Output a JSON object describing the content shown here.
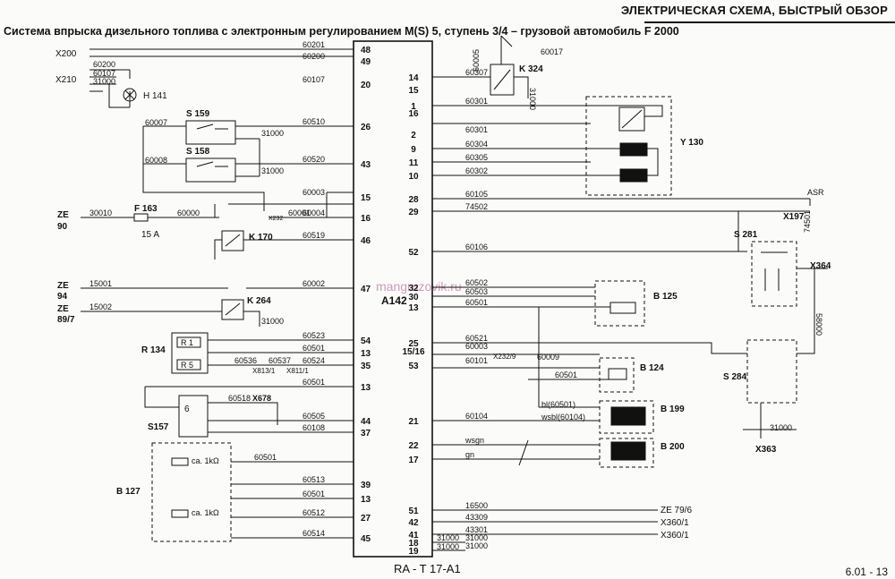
{
  "header": "ЭЛЕКТРИЧЕСКАЯ СХЕМА, БЫСТРЫЙ ОБЗОР",
  "title": "Система впрыска дизельного топлива с электронным регулированием M(S) 5, ступень 3/4 – грузовой автомобиль F 2000",
  "footer": "RA - T 17-A1",
  "page_number": "6.01 - 13",
  "watermark": "mangruzovik.ru",
  "ecu": {
    "name": "A142"
  },
  "ecu_left_pins": [
    {
      "pin": "48",
      "wire": "60201",
      "conn": "X200"
    },
    {
      "pin": "49",
      "wire": "60200",
      "conn": "X200"
    },
    {
      "pin": "20",
      "wire": "60107",
      "conn": "X210"
    },
    {
      "pin": "26",
      "wire": "60510",
      "conn": "S159"
    },
    {
      "pin": "43",
      "wire": "60520",
      "conn": "S158"
    },
    {
      "pin": "15",
      "wire": "60003",
      "conn": "X232"
    },
    {
      "pin": "16",
      "wire": "60004",
      "conn": "X232"
    },
    {
      "pin": "46",
      "wire": "60519",
      "conn": "K170"
    },
    {
      "pin": "47",
      "wire": "60002",
      "conn": "K264"
    },
    {
      "pin": "54",
      "wire": "60523",
      "conn": "R134"
    },
    {
      "pin": "13",
      "wire": "60501",
      "conn": "R134"
    },
    {
      "pin": "35",
      "wire": "60524",
      "conn": "X811/1"
    },
    {
      "pin": "13",
      "wire": "60501",
      "conn": "S157"
    },
    {
      "pin": "44",
      "wire": "60505",
      "conn": "X678"
    },
    {
      "pin": "37",
      "wire": "60108",
      "conn": "S157"
    },
    {
      "pin": "39",
      "wire": "60513",
      "conn": "B127"
    },
    {
      "pin": "13",
      "wire": "60501",
      "conn": "B127"
    },
    {
      "pin": "27",
      "wire": "60512",
      "conn": "B127"
    },
    {
      "pin": "45",
      "wire": "60514",
      "conn": "B127"
    }
  ],
  "ecu_right_pins": [
    {
      "pin": "14",
      "wire": "60307"
    },
    {
      "pin": "15",
      "wire": ""
    },
    {
      "pin": "16",
      "wire": ""
    },
    {
      "pin": "1",
      "wire": "60301"
    },
    {
      "pin": "2",
      "wire": "60301"
    },
    {
      "pin": "9",
      "wire": "60304"
    },
    {
      "pin": "11",
      "wire": "60305"
    },
    {
      "pin": "10",
      "wire": "60302"
    },
    {
      "pin": "28",
      "wire": "60105"
    },
    {
      "pin": "29",
      "wire": "74502"
    },
    {
      "pin": "52",
      "wire": "60106"
    },
    {
      "pin": "32",
      "wire": "60502"
    },
    {
      "pin": "30",
      "wire": "60503"
    },
    {
      "pin": "13",
      "wire": "60501"
    },
    {
      "pin": "25",
      "wire": "60521"
    },
    {
      "pin": "15/16",
      "wire": "60003"
    },
    {
      "pin": "53",
      "wire": "60101"
    },
    {
      "pin": "21",
      "wire": "60104"
    },
    {
      "pin": "22",
      "wire": "wsgn"
    },
    {
      "pin": "17",
      "wire": "gn"
    },
    {
      "pin": "51",
      "wire": "16500"
    },
    {
      "pin": "42",
      "wire": "43309"
    },
    {
      "pin": "41",
      "wire": "43301"
    },
    {
      "pin": "18",
      "wire": "31000"
    },
    {
      "pin": "19",
      "wire": "31000"
    }
  ],
  "connectors": {
    "x200": "X200",
    "x210": "X210",
    "ze90": "ZE\n90",
    "ze94": "ZE\n94",
    "ze897": "ZE\n89/7",
    "x232": "X232",
    "x232_9": "X232/9",
    "x197": "X197",
    "x364": "X364",
    "x363": "X363",
    "x678": "X678",
    "x813": "X813/1",
    "x811": "X811/1",
    "ze796": "ZE 79/6",
    "x360a": "X360/1",
    "x360b": "X360/1",
    "asr": "ASR"
  },
  "components": {
    "h141": "H 141",
    "s159": "S 159",
    "s158": "S 158",
    "f163": "F 163",
    "f163_rating": "15 A",
    "k170": "K 170",
    "k264": "K 264",
    "k324": "K 324",
    "r134": "R 134",
    "r1": "R 1",
    "r5": "R 5",
    "s157": "S157",
    "b127": "B 127",
    "res1": "ca. 1kΩ",
    "res2": "ca. 1kΩ",
    "y130": "Y 130",
    "s281": "S 281",
    "s284": "S 284",
    "b125": "B 125",
    "b124": "B 124",
    "b199": "B 199",
    "b200": "B 200"
  },
  "wire_labels": {
    "w30010": "30010",
    "w60000": "60000",
    "w60001": "60001",
    "w15001": "15001",
    "w15002": "15002",
    "w31000a": "31000",
    "w31000b": "31000",
    "w31000c": "31000",
    "w31000d": "31000",
    "w31000e": "31000",
    "w60007": "60007",
    "w60008": "60008",
    "w60200b": "60200",
    "w60107b": "60107",
    "w31000x": "31000",
    "w60536": "60536",
    "w60537": "60537",
    "w60518": "60518",
    "w60501s": "60501",
    "w60005": "60005",
    "w60017": "60017",
    "w31000k": "31000",
    "w60009": "60009",
    "w60501b": "60501",
    "w58000": "58000",
    "w74501": "74501",
    "w31000s": "31000",
    "bl": "bl(60501)",
    "wsbl": "wsbl(60104)"
  }
}
